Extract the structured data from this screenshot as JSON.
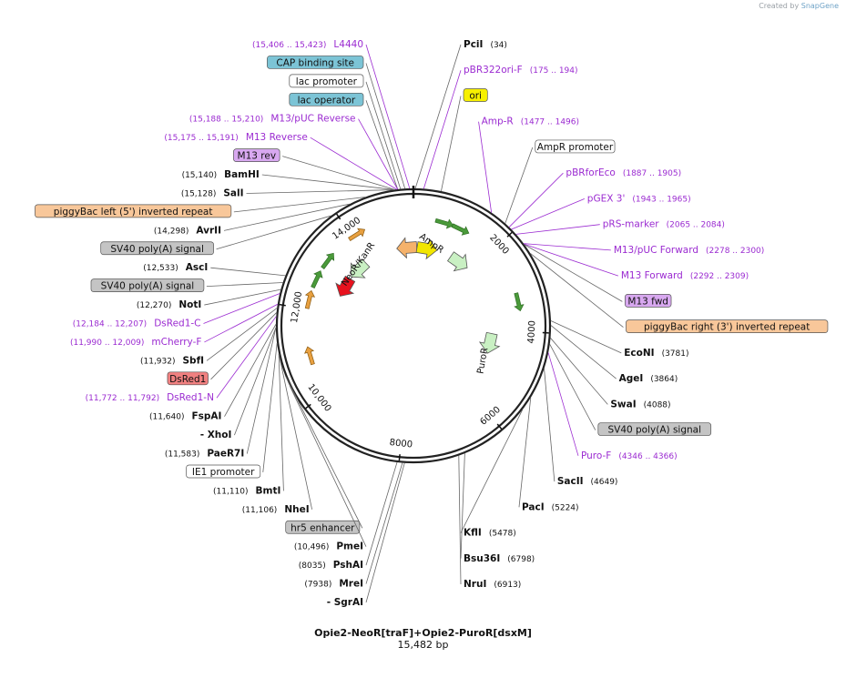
{
  "credit": {
    "prefix": "Created by",
    "brand": "SnapGene"
  },
  "plasmid": {
    "name": "Opie2-NeoR[traF]+Opie2-PuroR[dsxM]",
    "length": "15,482 bp",
    "length_bp": 15482
  },
  "ticks": [
    {
      "bp": 2000,
      "label": "2000"
    },
    {
      "bp": 4000,
      "label": "4000"
    },
    {
      "bp": 6000,
      "label": "6000"
    },
    {
      "bp": 8000,
      "label": "8000"
    },
    {
      "bp": 10000,
      "label": "10,000"
    },
    {
      "bp": 12000,
      "label": "12,000"
    },
    {
      "bp": 14000,
      "label": "14,000"
    }
  ],
  "colors": {
    "purple": "#9b2bd1",
    "enzyme": "#000000",
    "line": "#666666"
  },
  "inner_labels": [
    {
      "text": "NeoR/KanR"
    },
    {
      "text": "AmpR"
    },
    {
      "text": "PuroR"
    }
  ],
  "features": [
    {
      "name": "promoter-arrow",
      "bp": 15300,
      "color": "#f5b26b",
      "dir": -1
    },
    {
      "name": "neor-arrow",
      "bp": 13600,
      "color": "#c9f0c3",
      "dir": -1
    },
    {
      "name": "red-arrow",
      "bp": 12900,
      "color": "#e8121e",
      "dir": -1
    },
    {
      "name": "amp-arrow",
      "bp": 1500,
      "color": "#c9f0c3",
      "dir": 1
    },
    {
      "name": "ori-arrow",
      "bp": 400,
      "color": "#f2e600",
      "dir": 1
    },
    {
      "name": "puro-arrow",
      "bp": 4400,
      "color": "#c9f0c3",
      "dir": 1
    }
  ],
  "labels": [
    {
      "text": "L4440",
      "range": "(15,406 .. 15,423)",
      "kind": "primer",
      "bp": 15414
    },
    {
      "text": "PciI",
      "num": "(34)",
      "kind": "enzyme",
      "bp": 34
    },
    {
      "text": "pBR322ori-F",
      "range": "(175 .. 194)",
      "kind": "primer",
      "bp": 184
    },
    {
      "text": "ori",
      "kind": "box",
      "fill": "#f7f000",
      "bp": 500
    },
    {
      "text": "Amp-R",
      "range": "(1477 .. 1496)",
      "kind": "primer",
      "bp": 1486
    },
    {
      "text": "AmpR promoter",
      "kind": "box",
      "fill": "#ffffff",
      "bp": 1800
    },
    {
      "text": "pBRforEco",
      "range": "(1887 .. 1905)",
      "kind": "primer",
      "bp": 1896
    },
    {
      "text": "pGEX 3'",
      "range": "(1943 .. 1965)",
      "kind": "primer",
      "bp": 1954
    },
    {
      "text": "pRS-marker",
      "range": "(2065 .. 2084)",
      "kind": "primer",
      "bp": 2074
    },
    {
      "text": "M13/pUC Forward",
      "range": "(2278 .. 2300)",
      "kind": "primer",
      "bp": 2289
    },
    {
      "text": "M13 Forward",
      "range": "(2292 .. 2309)",
      "kind": "primer",
      "bp": 2300
    },
    {
      "text": "M13 fwd",
      "kind": "box",
      "fill": "#d8a8f0",
      "bp": 2310
    },
    {
      "text": "piggyBac right (3') inverted repeat",
      "kind": "box",
      "fill": "#f8c79a",
      "bp": 2500
    },
    {
      "text": "EcoNI",
      "num": "(3781)",
      "kind": "enzyme",
      "bp": 3781
    },
    {
      "text": "AgeI",
      "num": "(3864)",
      "kind": "enzyme",
      "bp": 3864
    },
    {
      "text": "SwaI",
      "num": "(4088)",
      "kind": "enzyme",
      "bp": 4088
    },
    {
      "text": "SV40 poly(A) signal",
      "kind": "box",
      "fill": "#c4c4c4",
      "bp": 4200
    },
    {
      "text": "Puro-F",
      "range": "(4346 .. 4366)",
      "kind": "primer",
      "bp": 4356
    },
    {
      "text": "SacII",
      "num": "(4649)",
      "kind": "enzyme",
      "bp": 4649
    },
    {
      "text": "PacI",
      "num": "(5224)",
      "kind": "enzyme",
      "bp": 5224
    },
    {
      "text": "KflI",
      "num": "(5478)",
      "kind": "enzyme",
      "bp": 5478
    },
    {
      "text": "Bsu36I",
      "num": "(6798)",
      "kind": "enzyme",
      "bp": 6798
    },
    {
      "text": "NruI",
      "num": "(6913)",
      "kind": "enzyme",
      "bp": 6913
    },
    {
      "text": "SgrAI",
      "num": "",
      "prefix": "- ",
      "kind": "enzyme",
      "bp": 7900
    },
    {
      "text": "MreI",
      "num": "(7938)",
      "kind": "enzyme",
      "bp": 7938
    },
    {
      "text": "PshAI",
      "num": "(8035)",
      "kind": "enzyme",
      "bp": 8035
    },
    {
      "text": "PmeI",
      "num": "(10,496)",
      "kind": "enzyme",
      "bp": 10496
    },
    {
      "text": "hr5 enhancer",
      "kind": "box",
      "fill": "#c4c4c4",
      "bp": 10700
    },
    {
      "text": "NheI",
      "num": "(11,106)",
      "kind": "enzyme",
      "bp": 11106
    },
    {
      "text": "BmtI",
      "num": "(11,110)",
      "kind": "enzyme",
      "bp": 11110
    },
    {
      "text": "IE1 promoter",
      "kind": "box",
      "fill": "#ffffff",
      "bp": 11300
    },
    {
      "text": "XhoI",
      "num": "",
      "prefix": "- ",
      "kind": "enzyme",
      "bp": 11583
    },
    {
      "text": "PaeR7I",
      "num": "(11,583)",
      "kind": "enzyme",
      "bp": 11583
    },
    {
      "text": "FspAI",
      "num": "(11,640)",
      "kind": "enzyme",
      "bp": 11640
    },
    {
      "text": "DsRed1-N",
      "range": "(11,772 .. 11,792)",
      "kind": "primer",
      "bp": 11782
    },
    {
      "text": "DsRed1",
      "kind": "box",
      "fill": "#f08080",
      "bp": 11850
    },
    {
      "text": "SbfI",
      "num": "(11,932)",
      "kind": "enzyme",
      "bp": 11932
    },
    {
      "text": "mCherry-F",
      "range": "(11,990 .. 12,009)",
      "kind": "primer",
      "bp": 12000
    },
    {
      "text": "DsRed1-C",
      "range": "(12,184 .. 12,207)",
      "kind": "primer",
      "bp": 12196
    },
    {
      "text": "NotI",
      "num": "(12,270)",
      "kind": "enzyme",
      "bp": 12270
    },
    {
      "text": "SV40 poly(A) signal",
      "kind": "box",
      "fill": "#c4c4c4",
      "bp": 12400
    },
    {
      "text": "AscI",
      "num": "(12,533)",
      "kind": "enzyme",
      "bp": 12533
    },
    {
      "text": "SV40 poly(A) signal",
      "kind": "box",
      "fill": "#c4c4c4",
      "bp": 13900
    },
    {
      "text": "AvrII",
      "num": "(14,298)",
      "kind": "enzyme",
      "bp": 14298
    },
    {
      "text": "piggyBac left (5') inverted repeat",
      "kind": "box",
      "fill": "#f8c79a",
      "bp": 14600
    },
    {
      "text": "SalI",
      "num": "(15,128)",
      "kind": "enzyme",
      "bp": 15128
    },
    {
      "text": "BamHI",
      "num": "(15,140)",
      "kind": "enzyme",
      "bp": 15140
    },
    {
      "text": "M13 rev",
      "kind": "box",
      "fill": "#d8a8f0",
      "bp": 15150
    },
    {
      "text": "M13 Reverse",
      "range": "(15,175 .. 15,191)",
      "kind": "primer",
      "bp": 15183
    },
    {
      "text": "lac operator",
      "kind": "box",
      "fill": "#7cc4d6",
      "bp": 15200
    },
    {
      "text": "M13/pUC Reverse",
      "range": "(15,188 .. 15,210)",
      "kind": "primer",
      "bp": 15199
    },
    {
      "text": "lac promoter",
      "kind": "box",
      "fill": "#ffffff",
      "bp": 15250
    },
    {
      "text": "CAP binding site",
      "kind": "box",
      "fill": "#7cc4d6",
      "bp": 15330
    }
  ]
}
